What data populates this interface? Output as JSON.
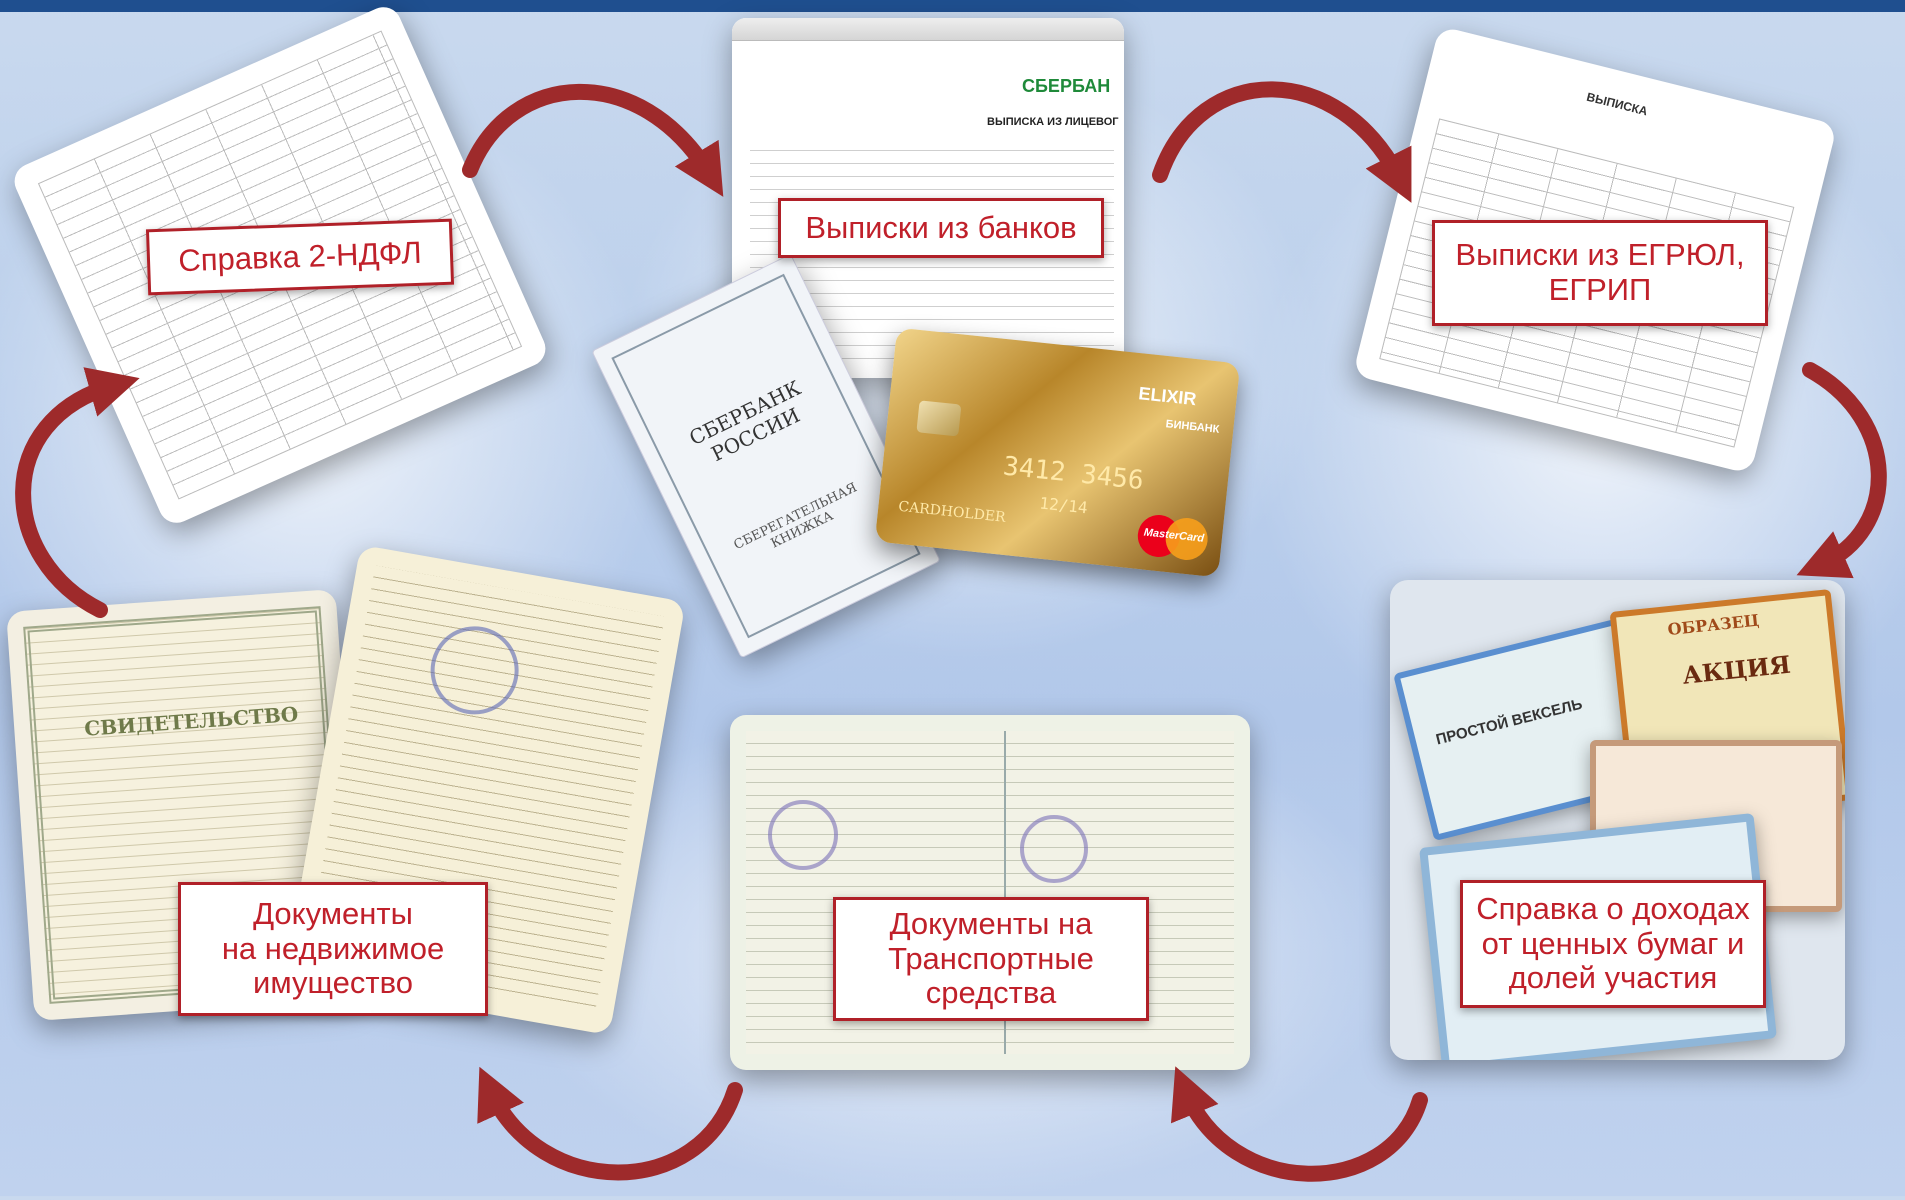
{
  "labels": {
    "ndfl": "Справка 2-НДФЛ",
    "banks": "Выписки из банков",
    "egrul": "Выписки из ЕГРЮЛ,\nЕГРИП",
    "property": "Документы\nна недвижимое\nимущество",
    "transport": "Документы на\nТранспортные\nсредства",
    "securities": "Справка о доходах\nот ценных бумаг и\nдолей участия"
  },
  "colors": {
    "accent": "#b02028",
    "arrow": "#9e2a2b",
    "topbar": "#1f4f8f"
  },
  "bank_doc": {
    "logo": "СБЕРБАН",
    "heading": "ВЫПИСКА ИЗ ЛИЦЕВОГ"
  },
  "passbook": {
    "text": "СБЕРБАНК\nРОССИИ",
    "sub": "СБЕРЕГАТЕЛЬНАЯ КНИЖКА"
  },
  "bank_card": {
    "brand": "ELIXIR",
    "bank": "БИНБАНК",
    "number": "3412 3456",
    "valid": "12/14",
    "holder": "CARDHOLDER",
    "network": "MasterCard"
  },
  "egrul_doc": {
    "title": "ВЫПИСКА"
  },
  "securities_items": {
    "bill": "ПРОСТОЙ ВЕКСЕЛЬ",
    "share": "АКЦИЯ",
    "sample": "ОБРАЗЕЦ"
  },
  "property_doc": {
    "title": "СВИДЕТЕЛЬСТВО"
  }
}
